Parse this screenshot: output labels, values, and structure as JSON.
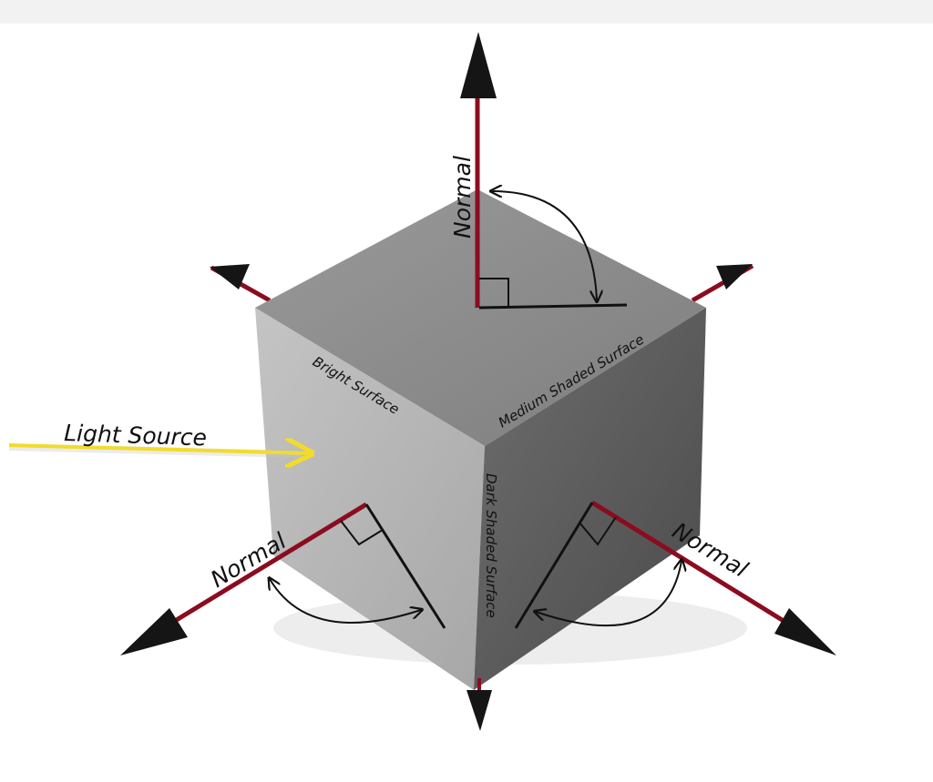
{
  "labels": {
    "normal_top": "Normal",
    "normal_left": "Normal",
    "normal_right": "Normal",
    "light_source": "Light Source",
    "bright_surface": "Bright Surface",
    "medium_surface": "Medium Shaded Surface",
    "dark_surface": "Dark Shaded Surface"
  },
  "colors": {
    "normal_line": "#8c0c1f",
    "light_arrow": "#f2dc2a",
    "top_face": "#8f8f8f",
    "left_face": "#b9b9b9",
    "right_face": "#5e5e5e",
    "arrowhead": "#151515"
  }
}
